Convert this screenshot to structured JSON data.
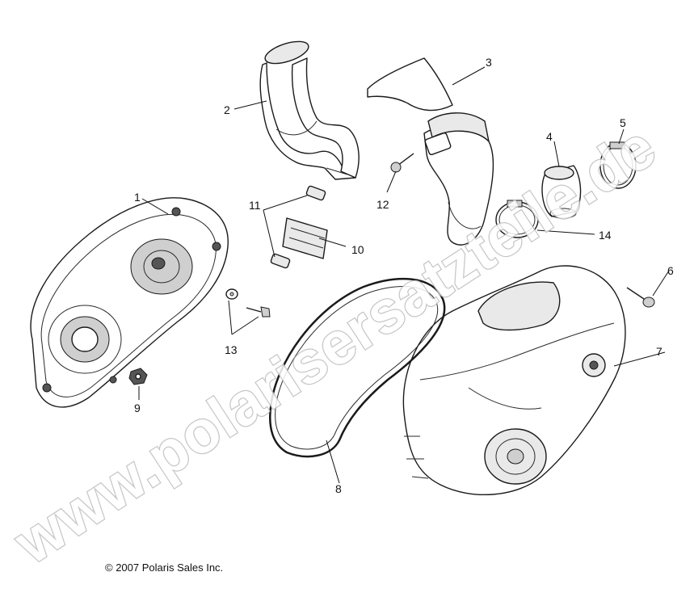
{
  "callouts": {
    "c1": "1",
    "c2": "2",
    "c3": "3",
    "c4": "4",
    "c5": "5",
    "c6": "6",
    "c7": "7",
    "c8": "8",
    "c9": "9",
    "c10": "10",
    "c11": "11",
    "c12": "12",
    "c13": "13",
    "c14": "14"
  },
  "copyright": "© 2007 Polaris Sales Inc.",
  "watermark": "www.polarisersatzteile.de"
}
